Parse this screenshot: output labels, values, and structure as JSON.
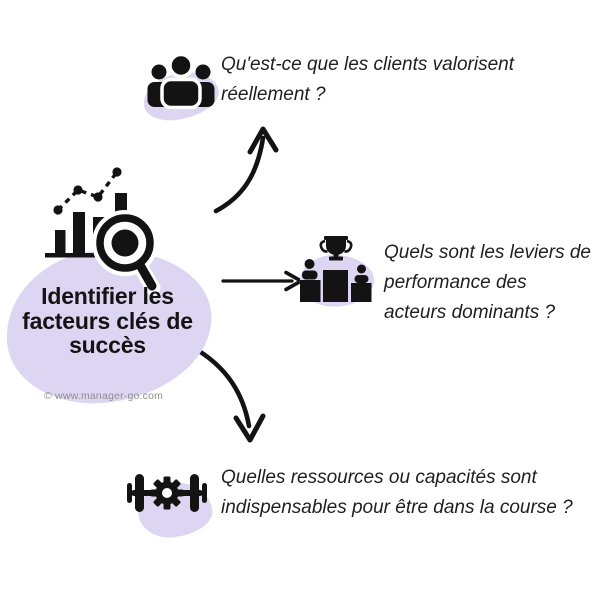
{
  "background": "#ffffff",
  "colors": {
    "blob": "#dcd6f3",
    "ink": "#131313",
    "question_text": "#1f1f1f",
    "credit_text": "#8f8f8f"
  },
  "center": {
    "icon": "chart-magnifier-icon",
    "title": "Identifier les facteurs clés de succès",
    "credit": "© www.manager-go.com"
  },
  "branches": [
    {
      "id": "clients",
      "icon": "people-group-icon",
      "arrow": "curved-up",
      "question": "Qu'est-ce que les clients valorisent réellement ?"
    },
    {
      "id": "dominant-actors",
      "icon": "podium-winners-icon",
      "arrow": "straight-right",
      "question": "Quels sont les leviers de performance des acteurs dominants ?"
    },
    {
      "id": "resources",
      "icon": "dumbbell-gear-icon",
      "arrow": "curved-down",
      "question": "Quelles ressources ou capacités sont indispensables pour être dans la course ?"
    }
  ]
}
